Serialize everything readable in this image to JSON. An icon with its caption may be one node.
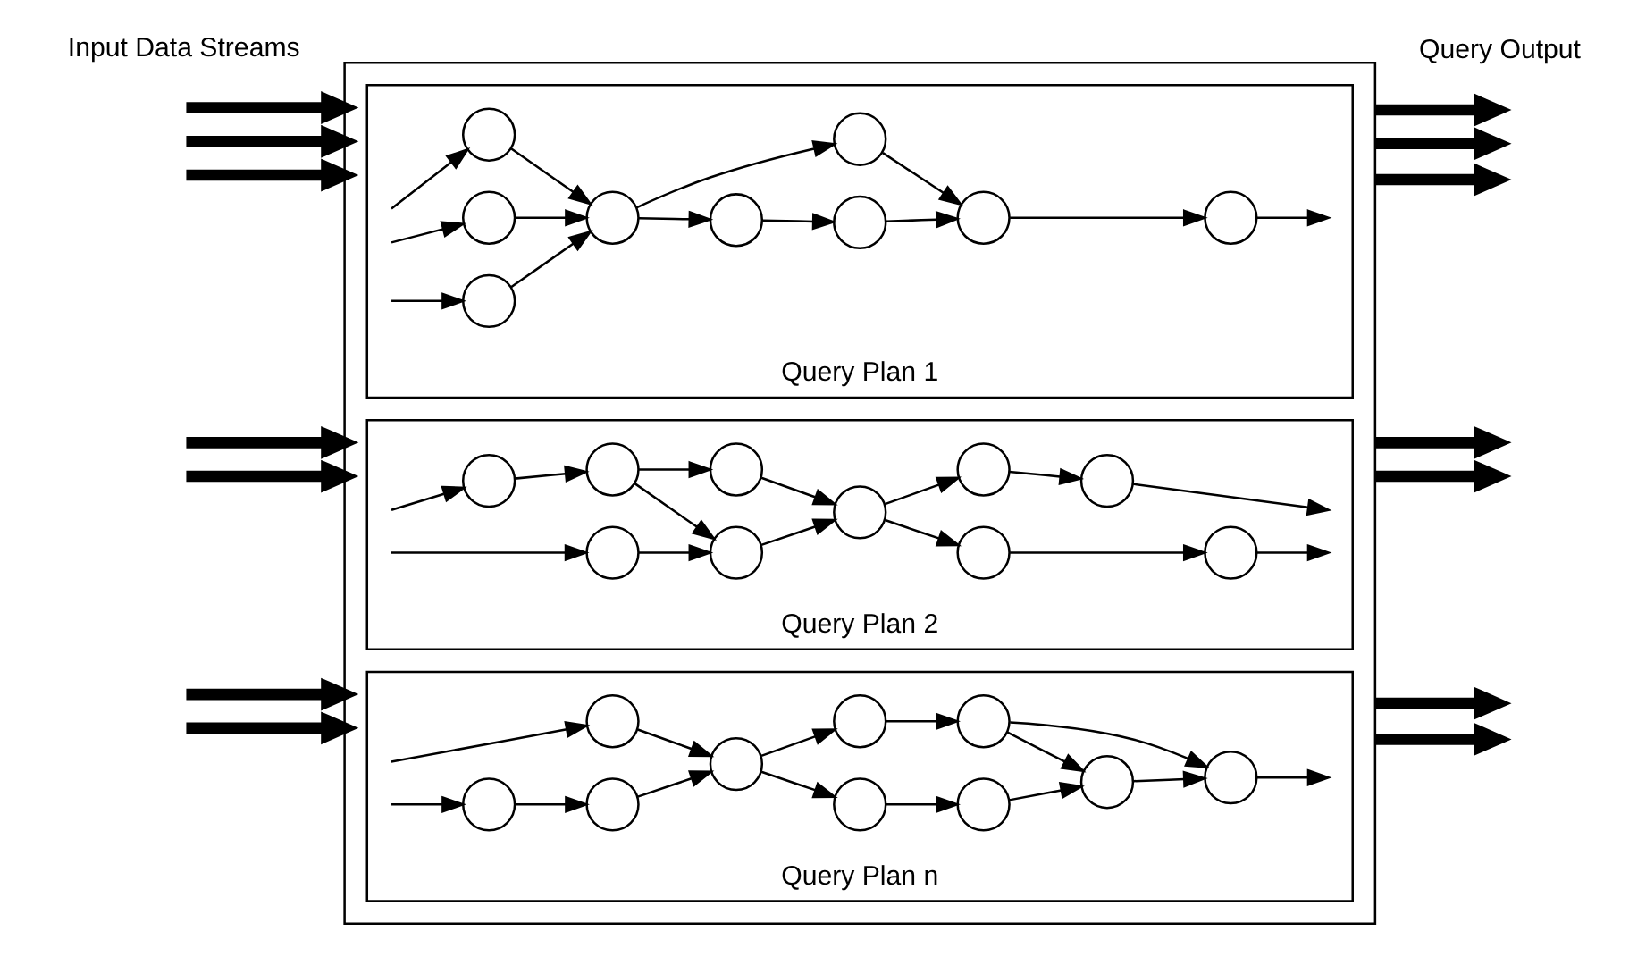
{
  "diagram": {
    "nodes": [
      {
        "text": [],
        "shape": "box"
      },
      {
        "text": [
          "Query Plan 1"
        ],
        "in": 0
      },
      {
        "text": [],
        "shape": "circle",
        "in": 1
      },
      {
        "text": [],
        "shape": "circle",
        "in": 1
      },
      {
        "text": [],
        "shape": "circle",
        "in": 1
      },
      {
        "text": [],
        "shape": "circle",
        "in": 1
      },
      {
        "text": [],
        "shape": "circle",
        "in": 1
      },
      {
        "text": [],
        "shape": "circle",
        "in": 1
      },
      {
        "text": [],
        "shape": "circle",
        "in": 1
      },
      {
        "text": [],
        "shape": "circle",
        "in": 1
      },
      {
        "text": [],
        "shape": "circle",
        "in": 1
      },
      {
        "text": [
          "Query Plan 2"
        ],
        "in": 0
      },
      {
        "text": [],
        "shape": "circle",
        "in": 11
      },
      {
        "text": [],
        "shape": "circle",
        "in": 11
      },
      {
        "text": [],
        "shape": "circle",
        "in": 11
      },
      {
        "text": [],
        "shape": "circle",
        "in": 11
      },
      {
        "text": [],
        "shape": "circle",
        "in": 11
      },
      {
        "text": [],
        "shape": "circle",
        "in": 11
      },
      {
        "text": [],
        "shape": "circle",
        "in": 11
      },
      {
        "text": [],
        "shape": "circle",
        "in": 11
      },
      {
        "text": [],
        "shape": "circle",
        "in": 11
      },
      {
        "text": [],
        "shape": "circle",
        "in": 11
      },
      {
        "text": [
          "Query Plan n"
        ],
        "in": 0
      },
      {
        "text": [],
        "shape": "circle",
        "in": 22
      },
      {
        "text": [],
        "shape": "circle",
        "in": 22
      },
      {
        "text": [],
        "shape": "circle",
        "in": 22
      },
      {
        "text": [],
        "shape": "circle",
        "in": 22
      },
      {
        "text": [],
        "shape": "circle",
        "in": 22
      },
      {
        "text": [],
        "shape": "circle",
        "in": 22
      },
      {
        "text": [],
        "shape": "circle",
        "in": 22
      },
      {
        "text": [],
        "shape": "circle",
        "in": 22
      },
      {
        "text": [],
        "shape": "circle",
        "in": 22
      },
      {
        "text": [],
        "shape": "circle",
        "in": 22
      }
    ],
    "edges": [
      {
        "from": null,
        "to": 0,
        "arrow": "to",
        "style": "thick"
      },
      {
        "from": null,
        "to": 0,
        "arrow": "to",
        "style": "thick"
      },
      {
        "from": null,
        "to": 0,
        "arrow": "to",
        "style": "thick"
      },
      {
        "from": null,
        "to": 0,
        "arrow": "to",
        "style": "thick"
      },
      {
        "from": null,
        "to": 0,
        "arrow": "to",
        "style": "thick"
      },
      {
        "from": null,
        "to": 0,
        "arrow": "to",
        "style": "thick"
      },
      {
        "from": null,
        "to": 0,
        "arrow": "to",
        "style": "thick"
      },
      {
        "from": 0,
        "to": null,
        "arrow": "to",
        "style": "thick"
      },
      {
        "from": 0,
        "to": null,
        "arrow": "to",
        "style": "thick"
      },
      {
        "from": 0,
        "to": null,
        "arrow": "to",
        "style": "thick"
      },
      {
        "from": 0,
        "to": null,
        "arrow": "to",
        "style": "thick"
      },
      {
        "from": 0,
        "to": null,
        "arrow": "to",
        "style": "thick"
      },
      {
        "from": 0,
        "to": null,
        "arrow": "to",
        "style": "thick"
      },
      {
        "from": 0,
        "to": null,
        "arrow": "to",
        "style": "thick"
      },
      {
        "from": null,
        "to": 2,
        "arrow": "to"
      },
      {
        "from": null,
        "to": 3,
        "arrow": "to"
      },
      {
        "from": null,
        "to": 4,
        "arrow": "to"
      },
      {
        "from": 2,
        "to": 5,
        "arrow": "to"
      },
      {
        "from": 3,
        "to": 5,
        "arrow": "to"
      },
      {
        "from": 4,
        "to": 5,
        "arrow": "to"
      },
      {
        "from": 5,
        "to": 6,
        "arrow": "to"
      },
      {
        "from": 5,
        "to": 7,
        "arrow": "to"
      },
      {
        "from": 6,
        "to": 8,
        "arrow": "to"
      },
      {
        "from": 8,
        "to": 9,
        "arrow": "to"
      },
      {
        "from": 7,
        "to": 9,
        "arrow": "to"
      },
      {
        "from": 9,
        "to": 10,
        "arrow": "to"
      },
      {
        "from": 10,
        "to": null,
        "arrow": "to"
      },
      {
        "from": null,
        "to": 12,
        "arrow": "to"
      },
      {
        "from": 12,
        "to": 13,
        "arrow": "to"
      },
      {
        "from": 13,
        "to": 15,
        "arrow": "to"
      },
      {
        "from": 13,
        "to": 16,
        "arrow": "to"
      },
      {
        "from": null,
        "to": 14,
        "arrow": "to"
      },
      {
        "from": 14,
        "to": 16,
        "arrow": "to"
      },
      {
        "from": 15,
        "to": 17,
        "arrow": "to"
      },
      {
        "from": 16,
        "to": 17,
        "arrow": "to"
      },
      {
        "from": 17,
        "to": 18,
        "arrow": "to"
      },
      {
        "from": 17,
        "to": 19,
        "arrow": "to"
      },
      {
        "from": 18,
        "to": 20,
        "arrow": "to"
      },
      {
        "from": 19,
        "to": 21,
        "arrow": "to"
      },
      {
        "from": 20,
        "to": null,
        "arrow": "to"
      },
      {
        "from": 21,
        "to": null,
        "arrow": "to"
      },
      {
        "from": null,
        "to": 23,
        "arrow": "to"
      },
      {
        "from": null,
        "to": 24,
        "arrow": "to"
      },
      {
        "from": 23,
        "to": 26,
        "arrow": "to"
      },
      {
        "from": 24,
        "to": 25,
        "arrow": "to"
      },
      {
        "from": 25,
        "to": 26,
        "arrow": "to"
      },
      {
        "from": 26,
        "to": 27,
        "arrow": "to"
      },
      {
        "from": 26,
        "to": 28,
        "arrow": "to"
      },
      {
        "from": 27,
        "to": 29,
        "arrow": "to"
      },
      {
        "from": 28,
        "to": 30,
        "arrow": "to"
      },
      {
        "from": 29,
        "to": 31,
        "arrow": "to"
      },
      {
        "from": 30,
        "to": 31,
        "arrow": "to"
      },
      {
        "from": 30,
        "to": 32,
        "arrow": "to"
      },
      {
        "from": 31,
        "to": 32,
        "arrow": "to"
      },
      {
        "from": 32,
        "to": null,
        "arrow": "to"
      }
    ],
    "labels": [
      "Input Data Streams",
      "Query Output"
    ]
  }
}
